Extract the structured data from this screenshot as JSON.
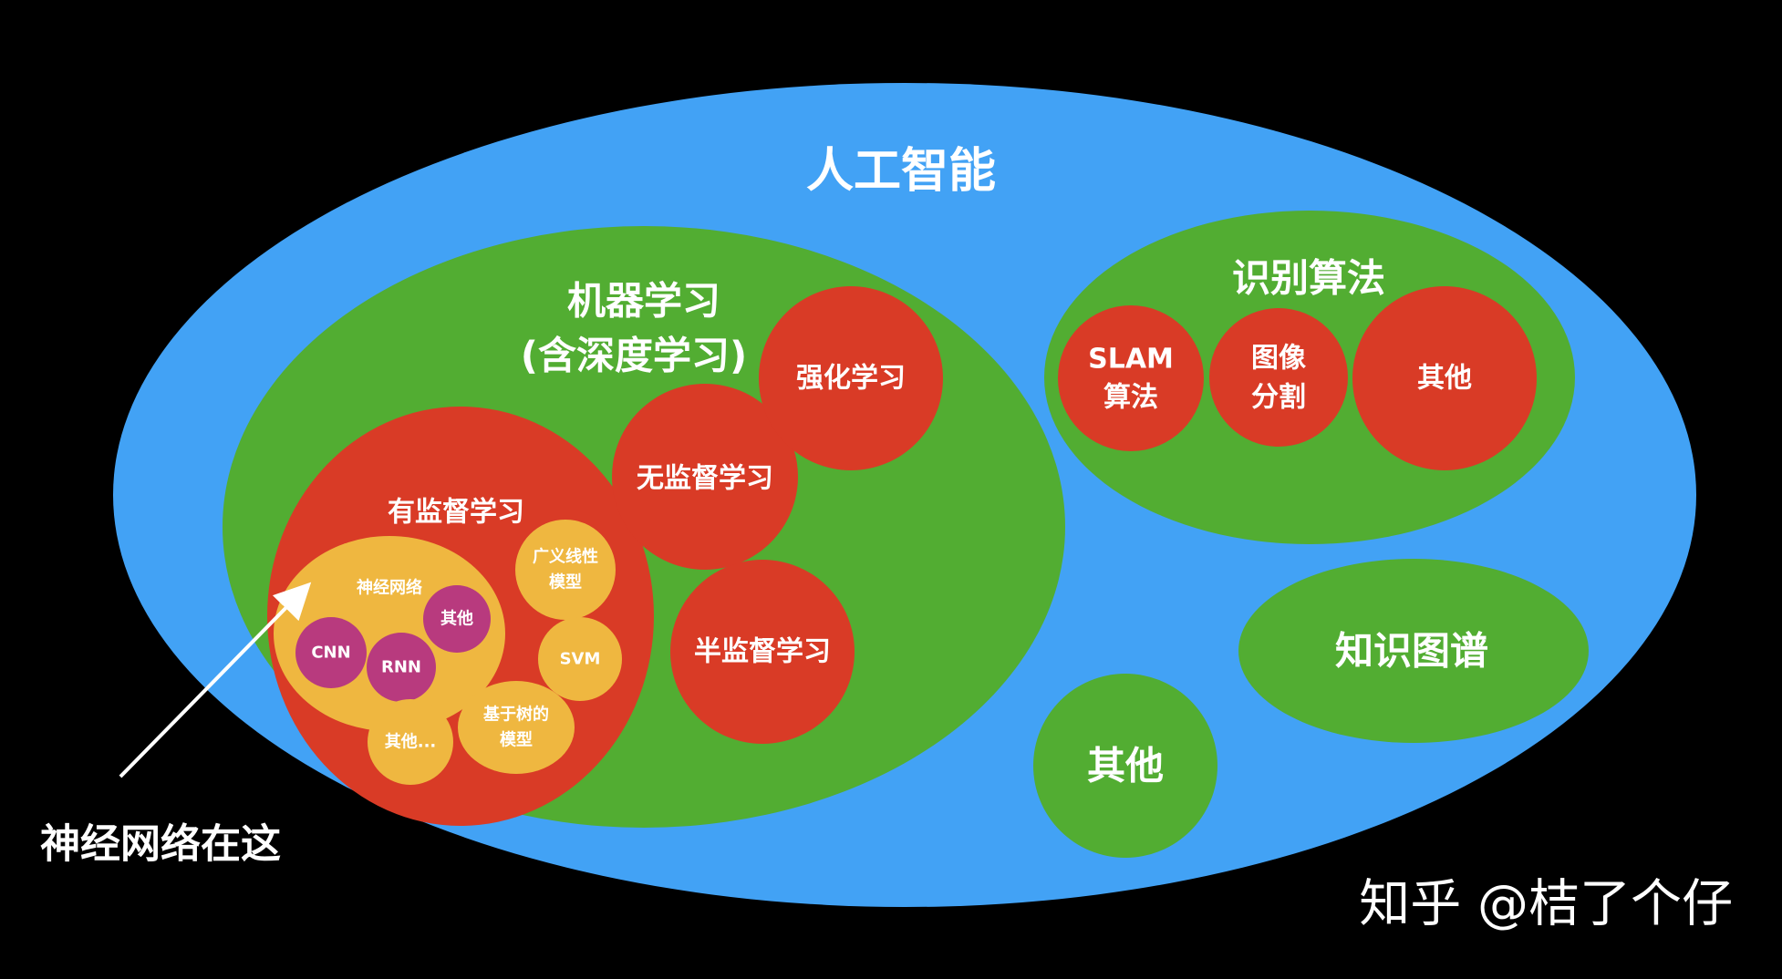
{
  "colors": {
    "background": "#000000",
    "ai_blue": "#42a2f5",
    "group_green": "#52ad32",
    "node_red": "#d93b26",
    "sub_yellow": "#efb740",
    "leaf_purple": "#b83a7e",
    "text": "#ffffff"
  },
  "ai": {
    "label": "人工智能"
  },
  "ml": {
    "label_line1": "机器学习",
    "label_line2": "(含深度学习)",
    "supervised": {
      "label": "有监督学习",
      "neural_networks": {
        "label": "神经网络",
        "cnn": "CNN",
        "rnn": "RNN",
        "other": "其他"
      },
      "glm": {
        "line1": "广义线性",
        "line2": "模型"
      },
      "svm": "SVM",
      "tree": {
        "line1": "基于树的",
        "line2": "模型"
      },
      "other": "其他..."
    },
    "unsupervised": "无监督学习",
    "semi_supervised": "半监督学习",
    "reinforcement": "强化学习"
  },
  "recognition": {
    "label": "识别算法",
    "slam": {
      "line1": "SLAM",
      "line2": "算法"
    },
    "segmentation": {
      "line1": "图像",
      "line2": "分割"
    },
    "other": "其他"
  },
  "knowledge_graph": "知识图谱",
  "other": "其他",
  "annotation": "神经网络在这",
  "watermark": "知乎 @桔了个仔"
}
